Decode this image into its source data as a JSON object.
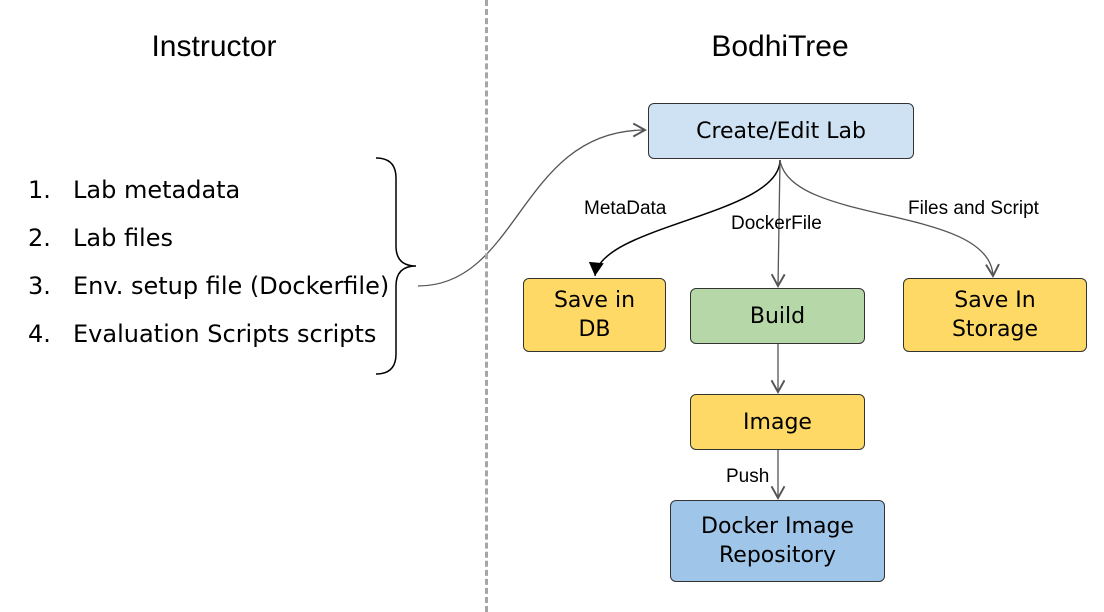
{
  "left": {
    "title": "Instructor",
    "items": [
      {
        "num": "1.",
        "text": "Lab metadata"
      },
      {
        "num": "2.",
        "text": "Lab files"
      },
      {
        "num": "3.",
        "text": "Env. setup file (Dockerfile)"
      },
      {
        "num": "4.",
        "text": "Evaluation Scripts scripts"
      }
    ]
  },
  "right": {
    "title": "BodhiTree",
    "nodes": {
      "create": {
        "label": "Create/Edit Lab",
        "color": "#cfe2f3"
      },
      "db": {
        "label": "Save in\nDB",
        "color": "#ffd966"
      },
      "build": {
        "label": "Build",
        "color": "#b6d7a8"
      },
      "storage": {
        "label": "Save In\nStorage",
        "color": "#ffd966"
      },
      "image": {
        "label": "Image",
        "color": "#ffd966"
      },
      "repo": {
        "label": "Docker Image\nRepository",
        "color": "#9fc5e8"
      }
    },
    "edges": {
      "metadata": "MetaData",
      "dockerfile": "DockerFile",
      "files_script": "Files and Script",
      "push": "Push"
    }
  }
}
